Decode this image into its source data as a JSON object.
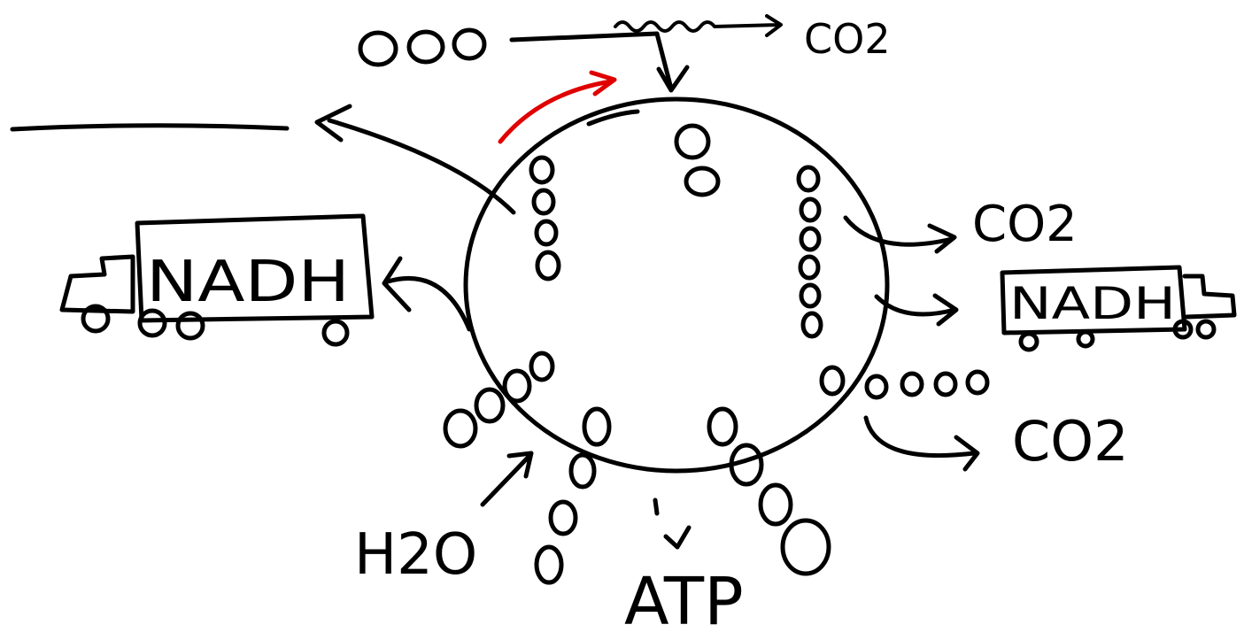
{
  "labels": {
    "co2_top": "CO2",
    "co2_right_upper": "CO2",
    "co2_right_lower": "CO2",
    "nadh_left": "NADH",
    "nadh_right": "NADH",
    "h2o": "H2O",
    "atp": "ATP",
    "blank_line": ""
  },
  "colors": {
    "ink": "#000000",
    "highlight_arrow": "#e00000",
    "background": "#ffffff"
  },
  "icons": {
    "truck_left": "truck-icon",
    "truck_right": "truck-icon"
  }
}
